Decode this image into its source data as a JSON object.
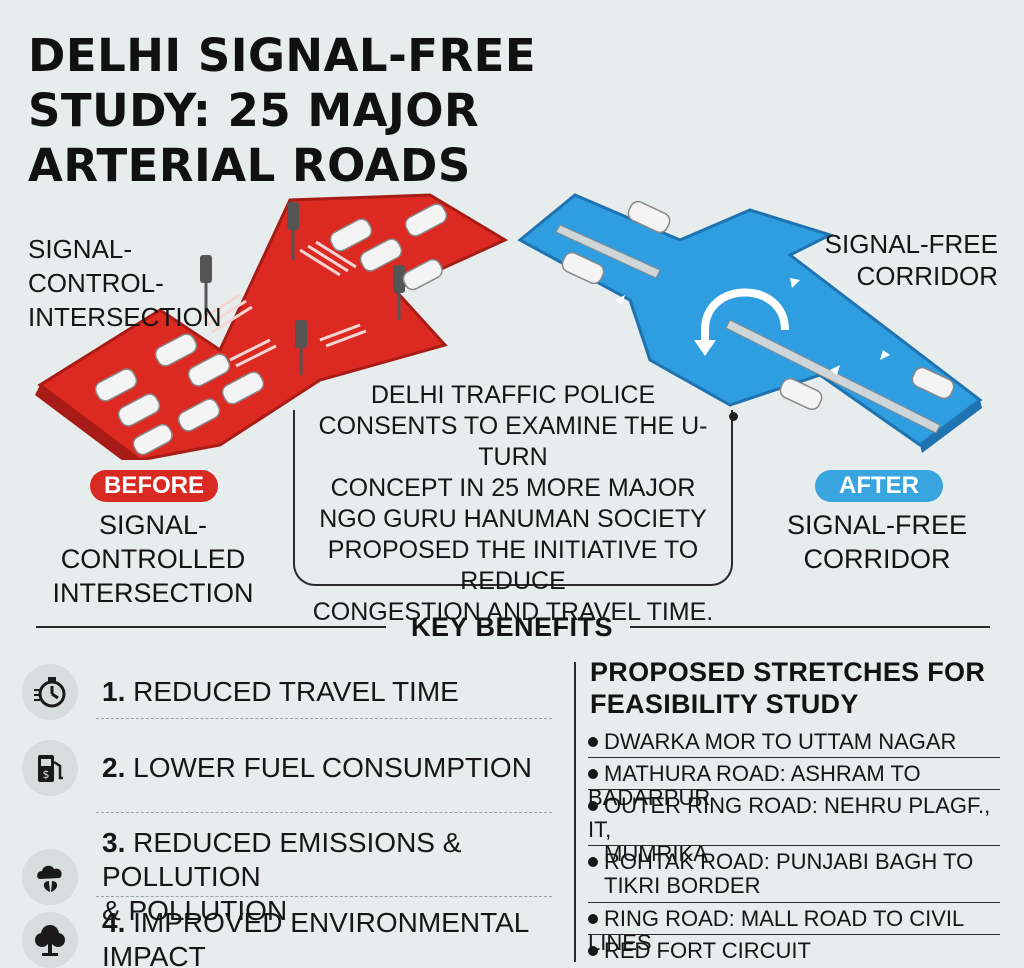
{
  "title": {
    "line1": "DELHI SIGNAL-FREE",
    "line2": "STUDY: 25 MAJOR",
    "line3": "ARTERIAL ROADS"
  },
  "left_label": {
    "line1": "SIGNAL-",
    "line2": "CONTROL-",
    "line3": "INTERSECTION"
  },
  "right_label": {
    "line1": "SIGNAL-FREE",
    "line2": "CORRIDOR"
  },
  "before": {
    "badge": "BEFORE",
    "line1": "SIGNAL-CONTROLLED",
    "line2": "INTERSECTION"
  },
  "after": {
    "badge": "AFTER",
    "line1": "SIGNAL-FREE",
    "line2": "CORRIDOR"
  },
  "callout": {
    "line1": "DELHI TRAFFIC POLICE",
    "line2": "CONSENTS TO EXAMINE THE U-TURN",
    "line3": "CONCEPT IN 25 MORE MAJOR",
    "line4": "NGO GURU HANUMAN SOCIETY",
    "line5": "PROPOSED THE INITIATIVE TO REDUCE",
    "line6": "CONGESTION AND TRAVEL TIME."
  },
  "key_benefits": {
    "heading": "KEY BENEFITS",
    "items": [
      {
        "num": "1.",
        "text": "REDUCED TRAVEL TIME",
        "icon": "stopwatch-icon"
      },
      {
        "num": "2.",
        "text": "LOWER FUEL CONSUMPTION",
        "icon": "fuel-pump-icon"
      },
      {
        "num": "3.",
        "text": "REDUCED EMISSIONS & POLLUTION",
        "text2": "& POLLUTION",
        "icon": "leaf-cloud-icon"
      },
      {
        "num": "4.",
        "text": "IMPROVED ENVIRONMENTAL IMPACT",
        "icon": "tree-icon"
      }
    ]
  },
  "stretches": {
    "heading_line1": "PROPOSED STRETCHES FOR",
    "heading_line2": "FEASIBILITY STUDY",
    "items": [
      {
        "line1": "DWARKA MOR TO UTTAM NAGAR"
      },
      {
        "line1": "MATHURA ROAD: ASHRAM TO BADARPUR"
      },
      {
        "line1": "OUTER RING ROAD: NEHRU PLAGF.,  IT,",
        "line2": "MUMRIKA"
      },
      {
        "line1": "ROHTAK ROAD: PUNJABI BAGH TO",
        "line2": "TIKRI BORDER"
      },
      {
        "line1": "RING ROAD: MALL ROAD TO CIVIL LINES"
      },
      {
        "line1": "RED FORT CIRCUIT"
      }
    ]
  },
  "colors": {
    "before": "#d82a23",
    "after": "#38a5df",
    "background": "#e7eced"
  }
}
